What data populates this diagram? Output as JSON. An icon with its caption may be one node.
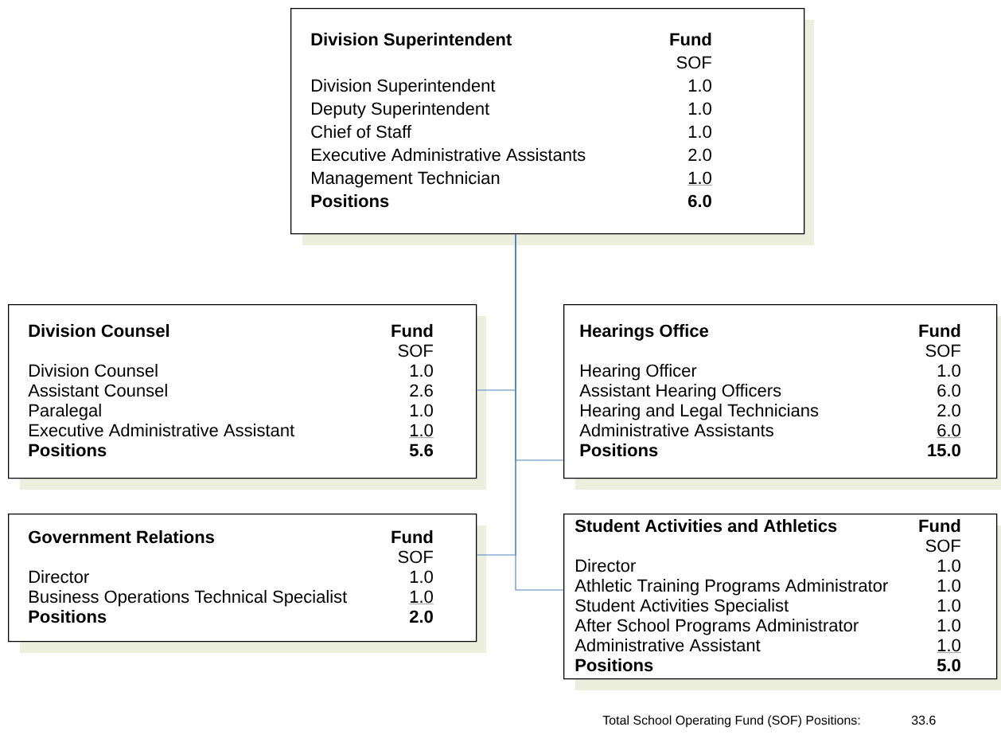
{
  "diagram": {
    "nodes": [
      {
        "text": [
          "Division Superintendent",
          "Fund",
          "SOF",
          "Division Superintendent",
          "1.0",
          "Deputy Superintendent",
          "1.0",
          "Chief of Staff",
          "1.0",
          "Executive Administrative Assistants",
          "2.0",
          "Management Technician",
          "1.0",
          "Positions",
          "6.0"
        ]
      },
      {
        "text": [
          "Division Counsel",
          "Fund",
          "SOF",
          "Division Counsel",
          "1.0",
          "Assistant Counsel",
          "2.6",
          "Paralegal",
          "1.0",
          "Executive Administrative Assistant",
          "1.0",
          "Positions",
          "5.6"
        ]
      },
      {
        "text": [
          "Government Relations",
          "Fund",
          "SOF",
          "Director",
          "1.0",
          "Business Operations Technical Specialist",
          "1.0",
          "Positions",
          "2.0"
        ]
      },
      {
        "text": [
          "Hearings Office",
          "Fund",
          "SOF",
          "Hearing Officer",
          "1.0",
          "Assistant Hearing Officers",
          "6.0",
          "Hearing and Legal Technicians",
          "2.0",
          "Administrative Assistants",
          "6.0",
          "Positions",
          "15.0"
        ]
      },
      {
        "text": [
          "Student Activities and Athletics",
          "Fund",
          "SOF",
          "Director",
          "1.0",
          "Athletic Training Programs Administrator",
          "1.0",
          "Student Activities Specialist",
          "1.0",
          "After School Programs Administrator",
          "1.0",
          "Administrative Assistant",
          "1.0",
          "Positions",
          "5.0"
        ]
      }
    ],
    "edges": [
      {
        "from": 0,
        "to": 1,
        "arrow": "none"
      },
      {
        "from": 0,
        "to": 2,
        "arrow": "none"
      },
      {
        "from": 0,
        "to": 3,
        "arrow": "none"
      },
      {
        "from": 0,
        "to": 4,
        "arrow": "none"
      }
    ],
    "labels": [
      "Total School Operating Fund (SOF) Positions:",
      "33.6"
    ]
  }
}
